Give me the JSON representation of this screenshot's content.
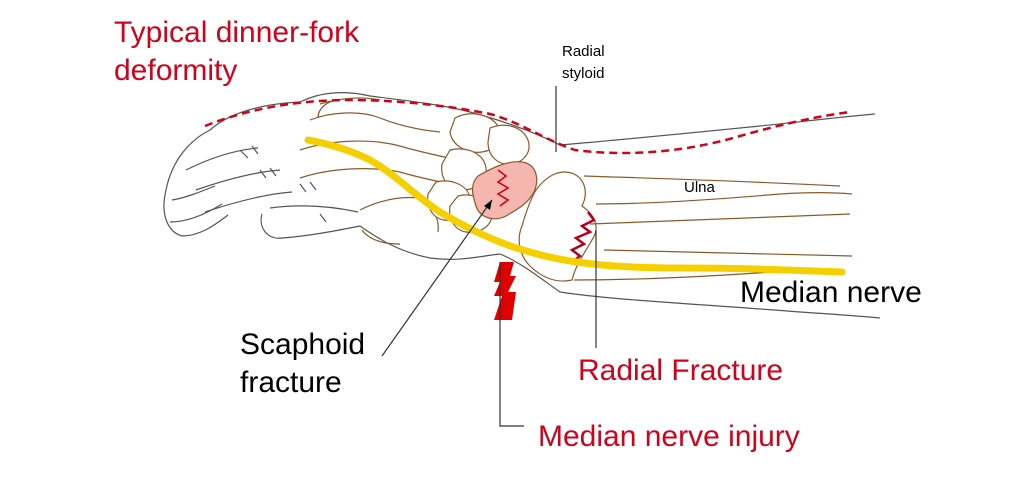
{
  "labels": {
    "deformity_line1": "Typical dinner-fork",
    "deformity_line2": "deformity",
    "radial_styloid_line1": "Radial",
    "radial_styloid_line2": "styloid",
    "ulna": "Ulna",
    "median_nerve": "Median nerve",
    "scaphoid_line1": "Scaphoid",
    "scaphoid_line2": "fracture",
    "radial_fracture": "Radial Fracture",
    "median_nerve_injury": "Median nerve injury"
  },
  "colors": {
    "annotation_red": "#d0021b",
    "nerve_yellow": "#f5d000",
    "bone_brown": "#8b5a2b",
    "fracture_pink": "#f4b6ae",
    "outline_gray": "#555555"
  },
  "icons": {
    "injury_marker": "lightning-bolt-icon"
  }
}
